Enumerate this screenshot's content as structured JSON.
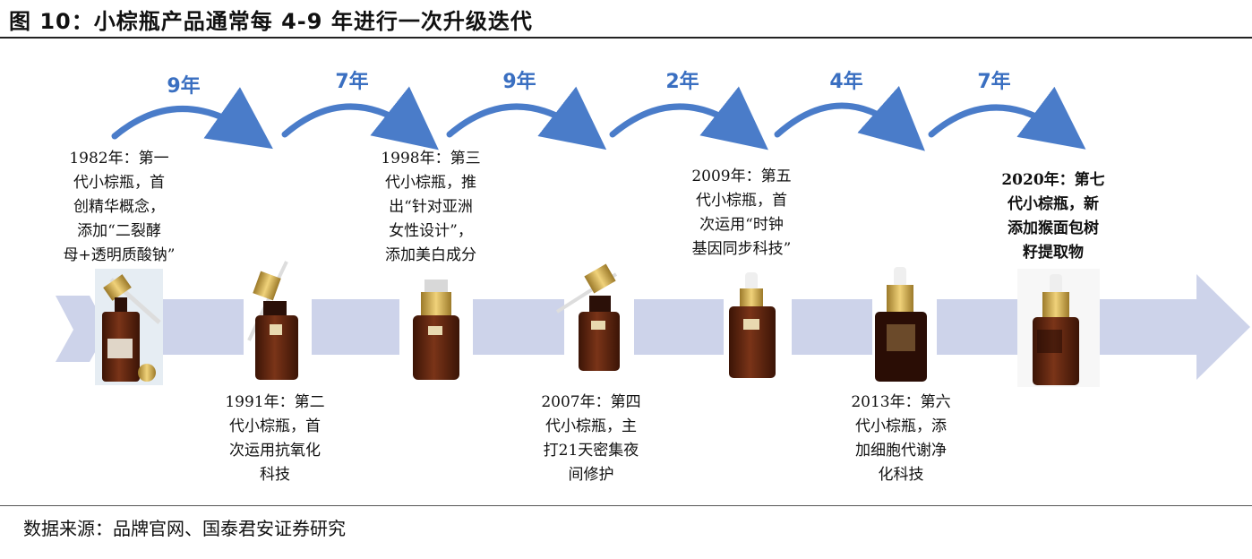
{
  "title": "图 10：小棕瓶产品通常每 4-9 年进行一次升级迭代",
  "source": "数据来源：品牌官网、国泰君安证券研究",
  "intervals": [
    "9年",
    "7年",
    "9年",
    "2年",
    "4年",
    "7年"
  ],
  "generations": [
    {
      "lines": [
        "1982年：第一",
        "代小棕瓶，首",
        "创精华概念，",
        "添加“二裂酵",
        "母+透明质酸钠”"
      ]
    },
    {
      "lines": [
        "1991年：第二",
        "代小棕瓶，首",
        "次运用抗氧化",
        "科技"
      ]
    },
    {
      "lines": [
        "1998年：第三",
        "代小棕瓶，推",
        "出“针对亚洲",
        "女性设计”，",
        "添加美白成分"
      ]
    },
    {
      "lines": [
        "2007年：第四",
        "代小棕瓶，主",
        "打21天密集夜",
        "间修护"
      ]
    },
    {
      "lines": [
        "2009年：第五",
        "代小棕瓶，首",
        "次运用“时钟",
        "基因同步科技”"
      ]
    },
    {
      "lines": [
        "2013年：第六",
        "代小棕瓶，添",
        "加细胞代谢净",
        "化科技"
      ]
    },
    {
      "lines": [
        "2020年：第七",
        "代小棕瓶，新",
        "添加猴面包树",
        "籽提取物"
      ]
    }
  ],
  "colors": {
    "arrow_band": "#cdd3ea",
    "interval": "#3a6fc1",
    "curve": "#4a7cc9",
    "bottle": "#5a2410",
    "cap": "#c9a24a"
  }
}
